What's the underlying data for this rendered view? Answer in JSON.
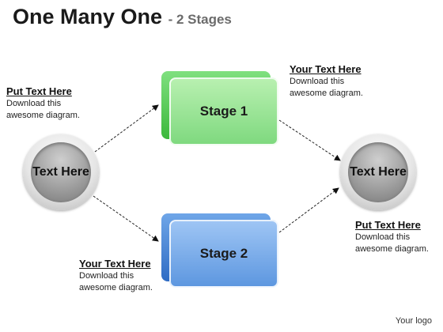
{
  "title": {
    "main": "One Many One",
    "sub": "- 2 Stages"
  },
  "stages": [
    {
      "label": "Stage 1",
      "color": "#5ccc5c"
    },
    {
      "label": "Stage 2",
      "color": "#4a86d8"
    }
  ],
  "circles": {
    "left": "Text Here",
    "right": "Text Here"
  },
  "notes": {
    "top_left": {
      "heading": "Put Text Here",
      "line1": "Download this",
      "line2": "awesome diagram."
    },
    "top_right": {
      "heading": "Your Text Here",
      "line1": "Download this",
      "line2": "awesome diagram."
    },
    "bottom_left": {
      "heading": "Your Text Here",
      "line1": "Download this",
      "line2": "awesome diagram."
    },
    "bottom_right": {
      "heading": "Put Text Here",
      "line1": "Download this",
      "line2": "awesome diagram."
    }
  },
  "footer": {
    "logo": "Your logo"
  }
}
